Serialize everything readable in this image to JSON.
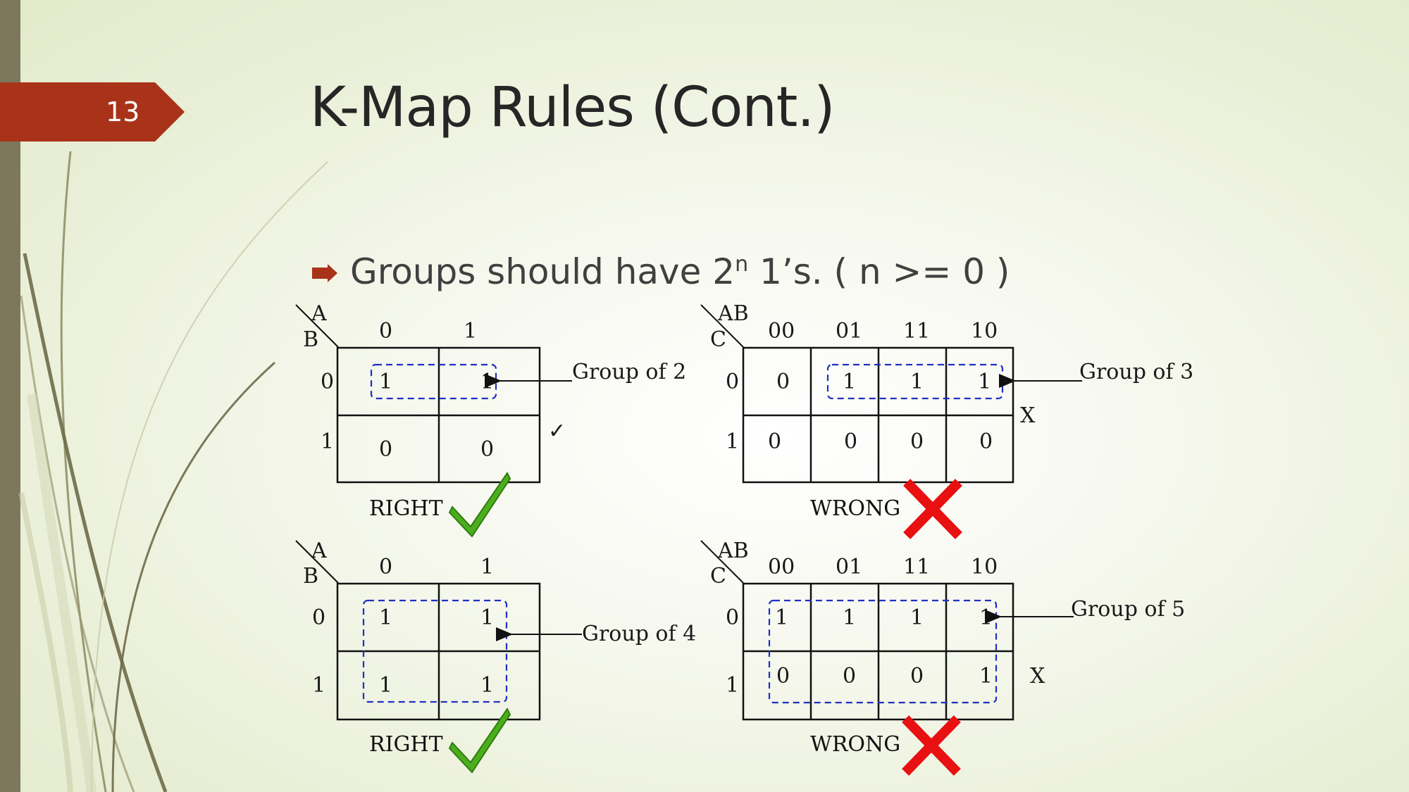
{
  "slide": {
    "number": "13",
    "title": "K-Map Rules (Cont.)",
    "bullet": {
      "prefix": "Groups should have 2",
      "superscript": "n",
      "suffix": " 1’s. ( n >= 0 )",
      "icon": "arrow-bullet-icon"
    },
    "colors": {
      "accent": "#a83319",
      "sidebar": "#7d775b",
      "group_outline": "#1f2fc4",
      "check": "#4cae1d",
      "cross": "#e81010"
    }
  },
  "kmaps": [
    {
      "id": "top-left",
      "var_top": "A",
      "var_left": "B",
      "col_headers": [
        "0",
        "1"
      ],
      "row_headers": [
        "0",
        "1"
      ],
      "cells": [
        [
          "1",
          "1"
        ],
        [
          "0",
          "0"
        ]
      ],
      "group_label": "Group of 2",
      "verdict": "RIGHT",
      "hand_mark": "✓"
    },
    {
      "id": "top-right",
      "var_top": "AB",
      "var_left": "C",
      "col_headers": [
        "00",
        "01",
        "11",
        "10"
      ],
      "row_headers": [
        "0",
        "1"
      ],
      "cells": [
        [
          "0",
          "1",
          "1",
          "1"
        ],
        [
          "0",
          "0",
          "0",
          "0"
        ]
      ],
      "group_label": "Group of 3",
      "verdict": "WRONG",
      "hand_mark": "X"
    },
    {
      "id": "bottom-left",
      "var_top": "A",
      "var_left": "B",
      "col_headers": [
        "0",
        "1"
      ],
      "row_headers": [
        "0",
        "1"
      ],
      "cells": [
        [
          "1",
          "1"
        ],
        [
          "1",
          "1"
        ]
      ],
      "group_label": "Group of  4",
      "verdict": "RIGHT",
      "hand_mark": ""
    },
    {
      "id": "bottom-right",
      "var_top": "AB",
      "var_left": "C",
      "col_headers": [
        "00",
        "01",
        "11",
        "10"
      ],
      "row_headers": [
        "0",
        "1"
      ],
      "cells": [
        [
          "1",
          "1",
          "1",
          "1"
        ],
        [
          "0",
          "0",
          "0",
          "1"
        ]
      ],
      "group_label": "Group of 5",
      "verdict": "WRONG",
      "hand_mark": "X"
    }
  ]
}
